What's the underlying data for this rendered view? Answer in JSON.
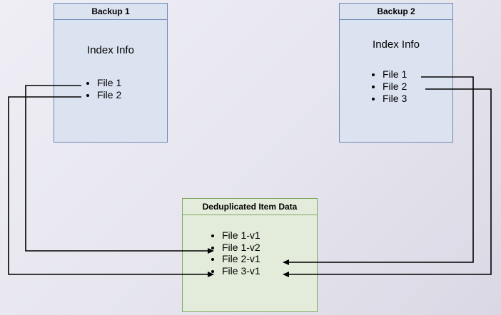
{
  "diagram": {
    "backup1": {
      "title": "Backup 1",
      "body_label": "Index Info",
      "items": [
        {
          "label": "File 1"
        },
        {
          "label": "File 2"
        }
      ]
    },
    "backup2": {
      "title": "Backup 2",
      "body_label": "Index Info",
      "items": [
        {
          "label": "File 1"
        },
        {
          "label": "File 2"
        },
        {
          "label": "File 3"
        }
      ]
    },
    "dedup": {
      "title": "Deduplicated Item Data",
      "items": [
        {
          "label": "File 1-v1"
        },
        {
          "label": "File 1-v2"
        },
        {
          "label": "File 2-v1"
        },
        {
          "label": "File 3-v1"
        }
      ]
    },
    "connectors": [
      {
        "from": "backup1-file-1",
        "to": "file-1-v1"
      },
      {
        "from": "backup1-file-2",
        "to": "file-2-v1"
      },
      {
        "from": "backup2-file-1",
        "to": "file-1-v2"
      },
      {
        "from": "backup2-file-2",
        "to": "file-2-v1"
      }
    ],
    "colors": {
      "backup_fill": "#dce3f0",
      "backup_border": "#6e88b5",
      "dedup_fill": "#e3ecda",
      "dedup_border": "#7fa860",
      "connector": "#000000"
    }
  }
}
